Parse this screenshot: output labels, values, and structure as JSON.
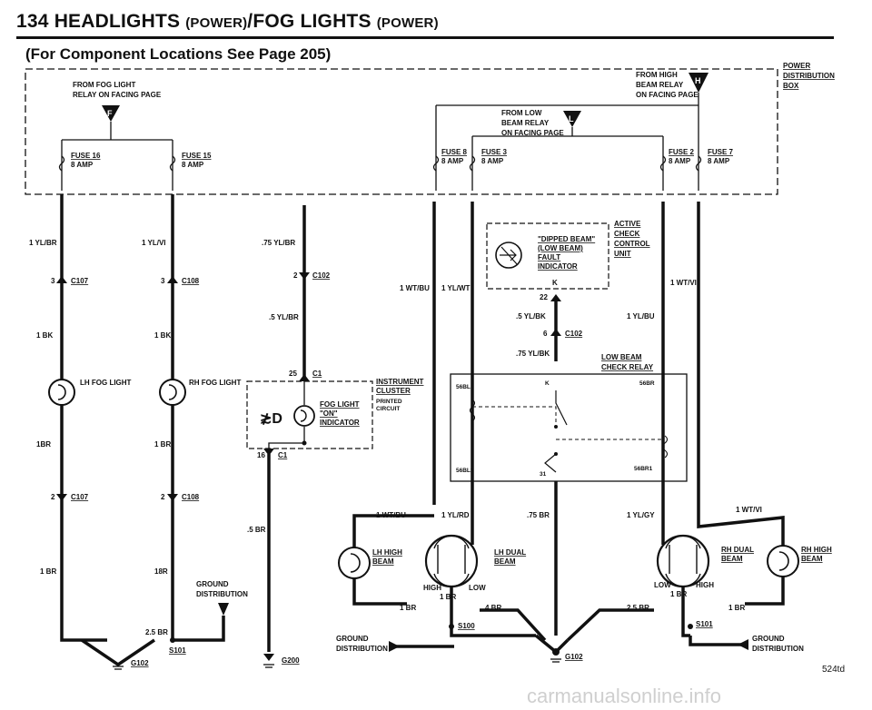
{
  "header": {
    "page_number": "134",
    "title_main1": "HEADLIGHTS",
    "title_paren1": "(POWER)",
    "title_slash": "/",
    "title_main2": "FOG LIGHTS",
    "title_paren2": "(POWER)",
    "subtitle": "(For Component Locations See Page 205)"
  },
  "power_box": {
    "label_l1": "POWER",
    "label_l2": "DISTRIBUTION",
    "label_l3": "BOX"
  },
  "feeds": {
    "fog_relay_l1": "FROM FOG LIGHT",
    "fog_relay_l2": "RELAY ON FACING PAGE",
    "fog_letter": "F",
    "high_relay_l1": "FROM HIGH",
    "high_relay_l2": "BEAM RELAY",
    "high_relay_l3": "ON FACING PAGE",
    "high_letter": "H",
    "low_relay_l1": "FROM LOW",
    "low_relay_l2": "BEAM RELAY",
    "low_relay_l3": "ON FACING PAGE",
    "low_letter": "L"
  },
  "fuses": [
    {
      "name": "FUSE 16",
      "rating": "8 AMP"
    },
    {
      "name": "FUSE 15",
      "rating": "8 AMP"
    },
    {
      "name": "FUSE 8",
      "rating": "8 AMP"
    },
    {
      "name": "FUSE 3",
      "rating": "8 AMP"
    },
    {
      "name": "FUSE 2",
      "rating": "8 AMP"
    },
    {
      "name": "FUSE 7",
      "rating": "8 AMP"
    }
  ],
  "wires": {
    "yl_br": "1 YL/BR",
    "yl_vi": "1 YL/VI",
    "yl_br_75": ".75 YL/BR",
    "yl_br_5": ".5 YL/BR",
    "wt_bu": "1 WT/BU",
    "yl_wt": "1 YL/WT",
    "wt_vi": "1 WT/VI",
    "yl_bk_5": ".5 YL/BK",
    "yl_bk_75": ".75 YL/BK",
    "yl_bu": "1 YL/BU",
    "bk1": "1 BK",
    "bk2": "1 BK",
    "br_1br": "1BR",
    "br_1br2": "1 BR",
    "br_5": ".5 BR",
    "br_1": "1 BR",
    "br_18r": "18R",
    "br_25": "2.5 BR",
    "wt_bu2": "1 WT/BU",
    "yl_rd": "1 YL/RD",
    "br_75": ".75 BR",
    "yl_gy": "1 YL/GY",
    "wt_vi2": "1 WT/VI",
    "br_a": "1 BR",
    "br_b": "1 BR",
    "br_4": "4 BR",
    "br_c": "1 BR",
    "br_25b": "2.5 BR",
    "br_d": "1 BR"
  },
  "connectors": {
    "c107a": "C107",
    "c108a": "C108",
    "c102a": "C102",
    "c102b": "C102",
    "c1a": "C1",
    "c1b": "C1",
    "c107b": "C107",
    "c108b": "C108",
    "p3a": "3",
    "p3b": "3",
    "p2a": "2",
    "p2b": "2",
    "p2c": "2",
    "p25": "25",
    "p16": "16",
    "p22": "22",
    "p6": "6",
    "p31": "31",
    "pk": "K"
  },
  "components": {
    "lh_fog": "LH FOG LIGHT",
    "rh_fog": "RH FOG LIGHT",
    "cluster_l1": "INSTRUMENT",
    "cluster_l2": "CLUSTER",
    "cluster_l3": "PRINTED",
    "cluster_l4": "CIRCUIT",
    "fog_ind_l1": "FOG LIGHT",
    "fog_ind_l2": "\"ON\"",
    "fog_ind_l3": "INDICATOR",
    "dipped_l1": "\"DIPPED BEAM\"",
    "dipped_l2": "(LOW BEAM)",
    "dipped_l3": "FAULT",
    "dipped_l4": "INDICATOR",
    "acc_l1": "ACTIVE",
    "acc_l2": "CHECK",
    "acc_l3": "CONTROL",
    "acc_l4": "UNIT",
    "lbcr_l1": "LOW BEAM",
    "lbcr_l2": "CHECK RELAY",
    "t56bl": "56BL",
    "t56br": "56BR",
    "t56bl1": "56BL1",
    "t56br1": "56BR1",
    "lh_high_l1": "LH HIGH",
    "lh_high_l2": "BEAM",
    "lh_dual_l1": "LH DUAL",
    "lh_dual_l2": "BEAM",
    "rh_dual_l1": "RH DUAL",
    "rh_dual_l2": "BEAM",
    "rh_high_l1": "RH HIGH",
    "rh_high_l2": "BEAM",
    "high1": "HIGH",
    "low1": "LOW",
    "low2": "LOW",
    "high2": "HIGH"
  },
  "grounds": {
    "gd1_l1": "GROUND",
    "gd1_l2": "DISTRIBUTION",
    "gd2_l1": "GROUND",
    "gd2_l2": "DISTRIBUTION",
    "gd3_l1": "GROUND",
    "gd3_l2": "DISTRIBUTION",
    "s101a": "S101",
    "s100": "S100",
    "s101b": "S101",
    "g102a": "G102",
    "g200": "G200",
    "g102b": "G102"
  },
  "footer": {
    "ref": "524td",
    "watermark": "carmanualsonline.info"
  }
}
